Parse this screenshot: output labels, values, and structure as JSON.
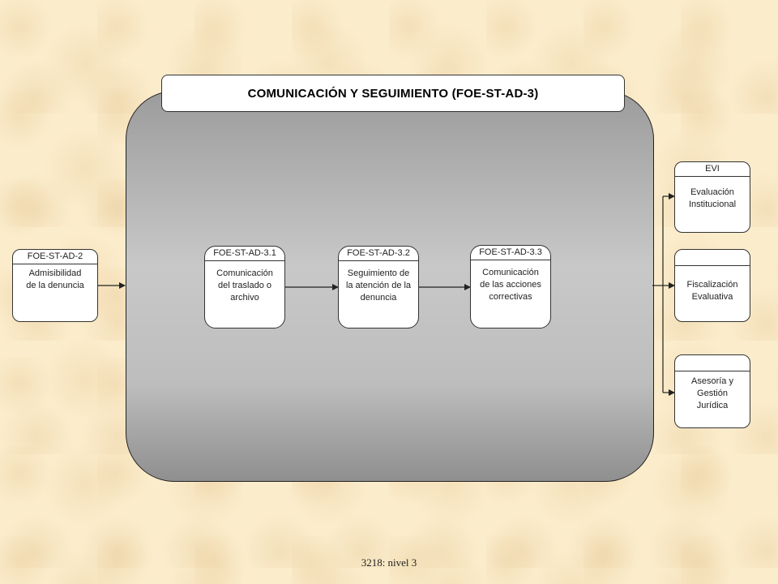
{
  "title": "COMUNICACIÓN Y SEGUIMIENTO (FOE-ST-AD-3)",
  "input_node": {
    "code": "FOE-ST-AD-2",
    "lines": [
      "Admisibilidad",
      "de la denuncia"
    ]
  },
  "process_nodes": [
    {
      "code": "FOE-ST-AD-3.1",
      "lines": [
        "Comunicación",
        "del traslado o",
        "archivo"
      ]
    },
    {
      "code": "FOE-ST-AD-3.2",
      "lines": [
        "Seguimiento de",
        "la atención de la",
        "denuncia"
      ]
    },
    {
      "code": "FOE-ST-AD-3.3",
      "lines": [
        "Comunicación",
        "de las acciones",
        "correctivas"
      ]
    }
  ],
  "output_nodes": [
    {
      "code": "EVI",
      "lines": [
        "Evaluación",
        "Institucional"
      ]
    },
    {
      "code": "",
      "lines": [
        "Fiscalización",
        "Evaluativa"
      ]
    },
    {
      "code": "",
      "lines": [
        "Asesoría y",
        "Gestión",
        "Jurídica"
      ]
    }
  ],
  "footer": "3218: nivel 3",
  "colors": {
    "background": "#fbeccb",
    "container": "#bdbdbd",
    "node": "#ffffff",
    "line": "#222222"
  }
}
